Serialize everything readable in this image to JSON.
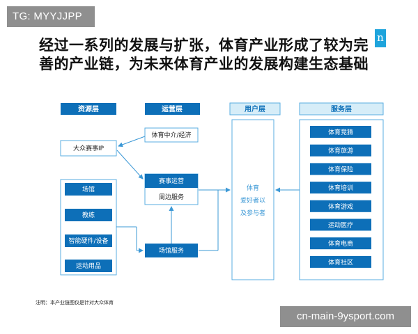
{
  "tag": "TG: MYYJJPP",
  "logo": "n",
  "headline": {
    "line1": "经过一系列的发展与扩张，体育产业形成了较为完",
    "line2": "善的产业链，为未来体育产业的发展构建生态基础"
  },
  "diagram": {
    "columns": {
      "resource": "资源层",
      "operation": "运营层",
      "user": "用户层",
      "service": "服务层"
    },
    "resource_items": {
      "ip": "大众赛事IP",
      "venue": "场馆",
      "coach": "教练",
      "hardware": "智能硬件/设备",
      "sports_goods": "运动用品"
    },
    "operation_items": {
      "intermediary": "体育中介/经济",
      "event_ops": "赛事运营",
      "peripheral": "周边服务",
      "venue_service": "场馆服务"
    },
    "user_items": {
      "line1": "体育",
      "line2": "爱好者以",
      "line3": "及参与者"
    },
    "service_items": [
      "体育竞猜",
      "体育旅游",
      "体育保险",
      "体育培训",
      "体育游戏",
      "运动医疗",
      "体育电商",
      "体育社区"
    ]
  },
  "note": "注明：本产业链图仅是针对大众体育",
  "watermark": "cn-main-9ysport.com",
  "colors": {
    "dark_blue": "#0d6fb8",
    "light_blue": "#d6edf8",
    "border_blue": "#5aaee0",
    "arrow": "#3b98d6"
  }
}
